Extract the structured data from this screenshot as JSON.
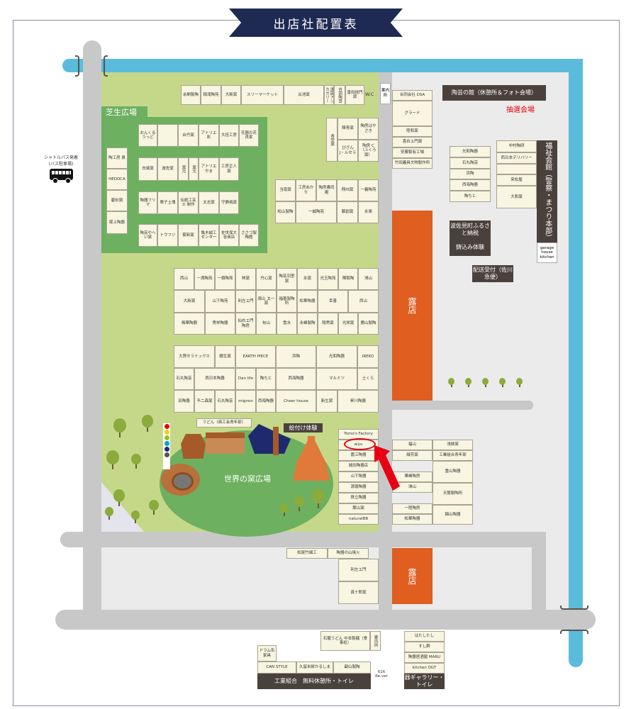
{
  "title": "出店社配置表",
  "labels": {
    "lawn_plaza": "芝生広場",
    "kiln_plaza": "世界の窯広場",
    "lottery": "抽選会場",
    "wc": "W.C",
    "shuttle": "シャトルバス発着\n(バス駐車場)",
    "re_ver": "616\nRe:ver",
    "udon": "うどん（商工会青年部）"
  },
  "colors": {
    "banner": "#1e2a52",
    "river": "#5bbbdc",
    "road": "#c8c8c8",
    "lawn": "#6db060",
    "grass": "#c5d88a",
    "stall": "#e05e20",
    "dark": "#4b413c",
    "highlight": "#e60012"
  },
  "booths": {
    "top_row": [
      "余剰製陶",
      "稲滝陶苑",
      "大新窯",
      "スリーマーケット",
      "古池窯",
      "浅国アンカガリー",
      "吉田陶芸",
      "香田経門窯"
    ],
    "lawn_left": [
      "陶工房 泉",
      "HEDOCA",
      "碧砂窯",
      "尾上陶器"
    ],
    "lawn_r1": [
      "おんくるうっど",
      "",
      "台丹窯",
      "アトリエ 彩",
      "大佳工房",
      "花器の花良家"
    ],
    "lawn_r2": [
      "白焼窯",
      "波佐窯",
      "窯元",
      "窯元",
      "アトリエやま",
      "工房正人窯"
    ],
    "lawn_r3": [
      "陶器フリマ",
      "栗子土塊",
      "伝統工芸士 制作",
      "太志窯",
      "守静焼窯"
    ],
    "lawn_r4": [
      "陶芸やへい窯",
      "トウフジ",
      "菊新窯",
      "亀木誠工センター",
      "佐世保大谷商店",
      "ささづ製陶館"
    ],
    "mid_top": [
      "青空窯",
      "陳青窯",
      "陶房はやさき",
      "ぴざん J・ルセラ",
      "陶房 C（ふくろ窯）"
    ],
    "block_a": [
      "当南窯",
      "工房あかり",
      "陶房書同庵",
      "翔州窯",
      "一義陶苑",
      "松山製陶",
      "一誠陶苑",
      "藤創窯",
      "永楽"
    ],
    "block_b": [
      "西山",
      "一満陶苑",
      "一樹陶苑",
      "林窯",
      "丹心窯",
      "陶芸羽室窯",
      "永窯",
      "光玉陶苑",
      "陳製陶",
      "鴻山",
      "大新窯",
      "山下陶苑",
      "利左エ門",
      "周山 太一窯",
      "福善製陶所",
      "松華陶器",
      "幸善",
      "西山",
      "梅華陶器",
      "秀祥陶器",
      "仙右エ門陶房",
      "旬山",
      "雪水",
      "永峰製陶",
      "陽秀窯",
      "光栄窯",
      "鹿山製陶"
    ],
    "block_c": [
      "大賀セラミックス",
      "銀生窯",
      "EARTH PIECE",
      "浜陶",
      "光和陶器",
      "IREKO",
      "石丸陶芸",
      "西日本陶器",
      "Dan life",
      "陶ちと",
      "西海陶器",
      "マルミツ",
      "土くら",
      "旧陶器",
      "不二森窯",
      "石丸陶芸",
      "mignon",
      "西海陶器",
      "Cheer house",
      "新生窯",
      "昇川陶器"
    ],
    "factory_col": [
      "Tomo's Factory",
      "aiyu",
      "嘉江陶器",
      "城田陶器店",
      "山下陶器",
      "源徳陶器",
      "鉄立陶器",
      "蘭山窯",
      "naturalBB"
    ],
    "right_mid": [
      "福山",
      "浅鉢窯",
      "緑芳窯",
      "工業組合青年部",
      "重山陶器",
      "華峰陶房",
      "鴻山",
      "天龍製陶所",
      "一陸陶房",
      "松華陶器",
      "錦山陶器"
    ],
    "below_road": [
      "松尾竹細工",
      "陶器の山焼火",
      "利左エ門",
      "真十郎窯"
    ],
    "top_right": [
      "合同会社 DSA",
      "グラード",
      "陸和窯",
      "喜右エ門窯",
      "安藤製有工場",
      "竹田義具文物製作所"
    ],
    "east_a": [
      "光和陶器",
      "石丸陶芸",
      "浜陶",
      "西海陶器",
      "陶ちと"
    ],
    "east_b": [
      "中村陶研",
      "西日本デリバリー",
      "",
      "来松屋",
      "大和窯"
    ],
    "bottom": [
      "石籠うどん 中本製麺（食事処）",
      "案内所",
      "ドラム缶家具",
      "CAN STYLE",
      "久留米絣かるしま",
      "副山製陶",
      "はたしたし",
      "すし酔",
      "陶器居酒屋 MARU",
      "kitchen OGT"
    ],
    "udon": [
      "うどん（商工会青年部）"
    ]
  },
  "dark_boxes": [
    "陶芸の館（休憩所＆フォト会場）",
    "福祉会館（警察・まつり本部）",
    "波佐見町ふるさと納税",
    "鋳込み体験",
    "配送受付（佐川急便）",
    "絵付け体験",
    "工業組合　無料休憩所・トイレ",
    "器ギャラリー・トイレ"
  ],
  "white_boxes": [
    "案内所",
    "garage house kitchen"
  ],
  "stalls": [
    "露店",
    "露店"
  ]
}
